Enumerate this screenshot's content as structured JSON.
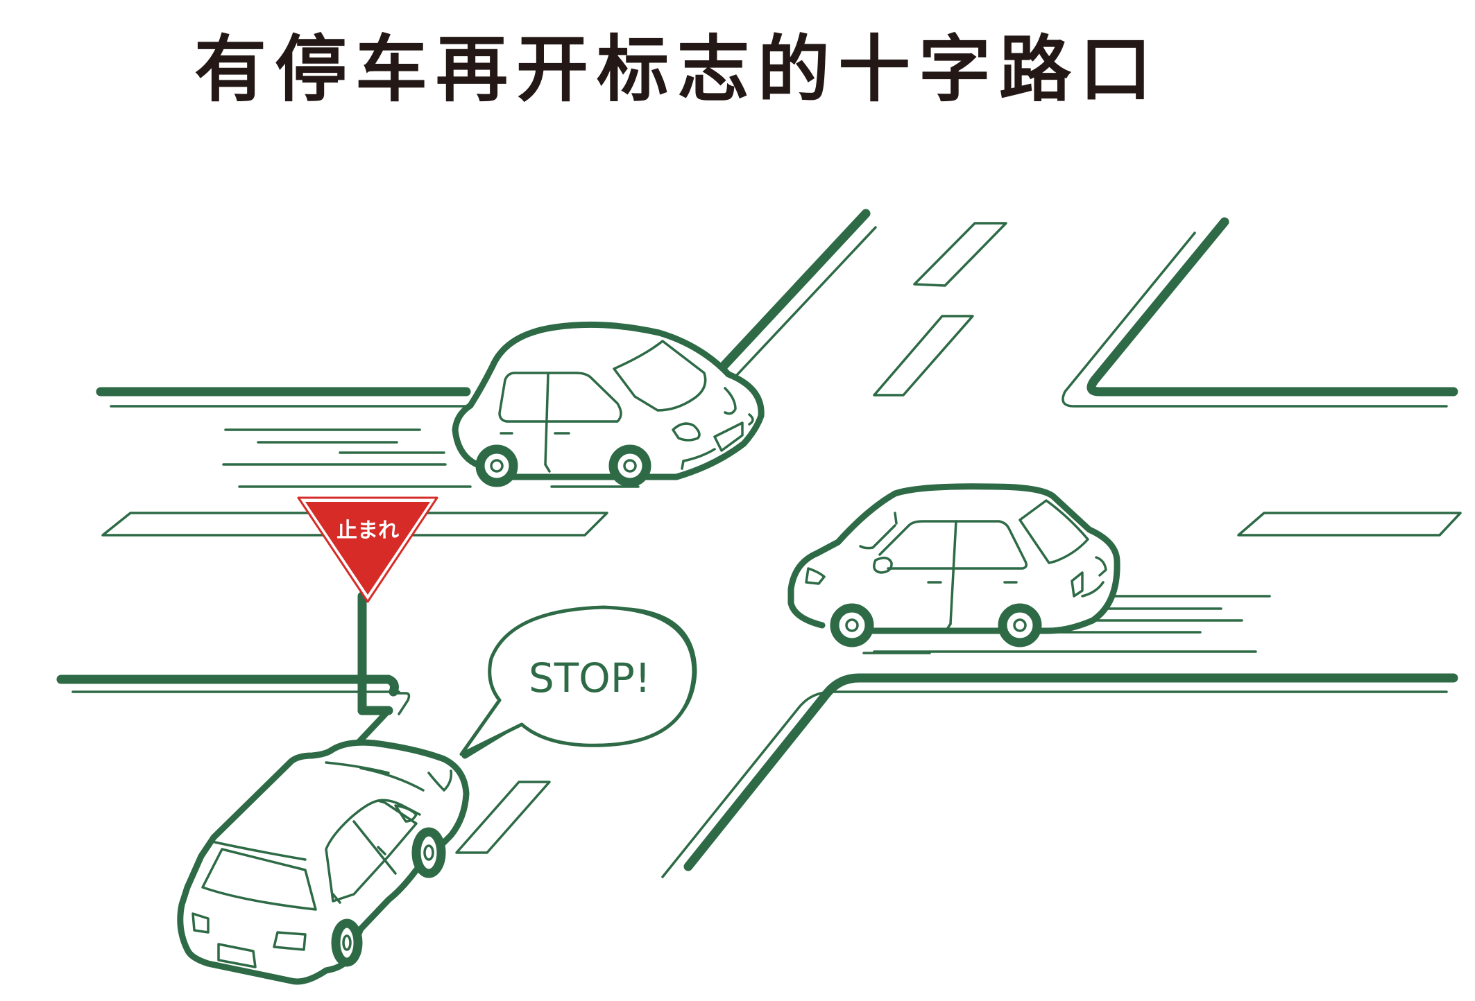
{
  "title": "有停车再开标志的十字路口",
  "sign": {
    "text": "止まれ",
    "fill_color": "#d62b27",
    "text_color": "#ffffff"
  },
  "speech_bubble": {
    "text": "STOP!"
  },
  "colors": {
    "line": "#2d6a45",
    "title": "#231815",
    "background": "#ffffff"
  }
}
